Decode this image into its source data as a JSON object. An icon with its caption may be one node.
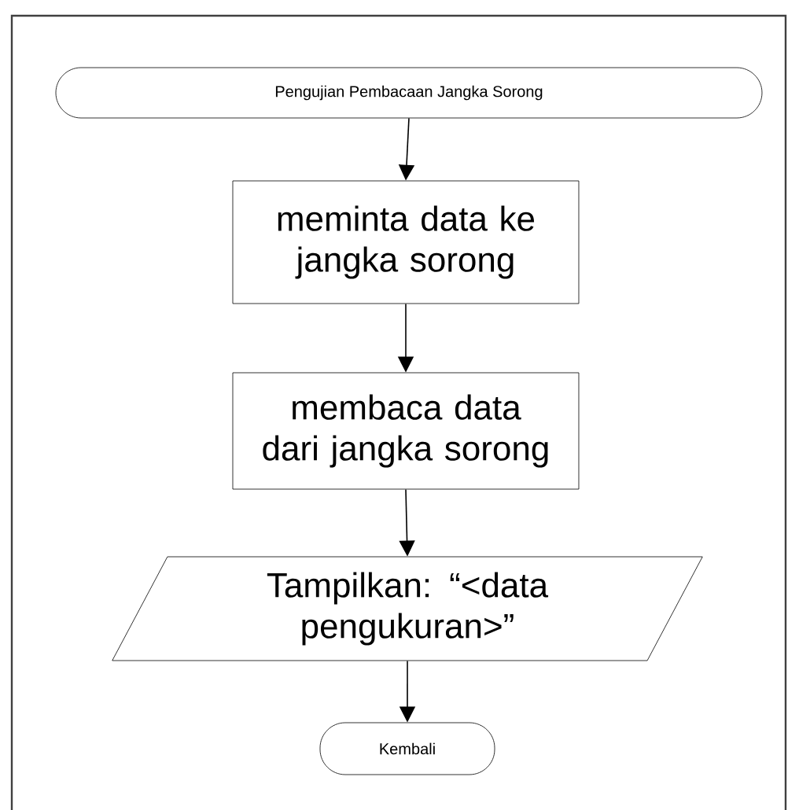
{
  "diagram": {
    "nodes": [
      {
        "text": [
          "Pengujian Pembacaan Jangka Sorong"
        ]
      },
      {
        "text": [
          "meminta data ke jangka sorong"
        ]
      },
      {
        "text": [
          "membaca data dari jangka sorong"
        ]
      },
      {
        "text": [
          "Tampilkan: “<data pengukuran>”"
        ]
      },
      {
        "text": [
          "Kembali"
        ]
      }
    ],
    "edges": [
      {
        "from": 0,
        "to": 1,
        "arrow": "to"
      },
      {
        "from": 1,
        "to": 2,
        "arrow": "to"
      },
      {
        "from": 2,
        "to": 3,
        "arrow": "to"
      },
      {
        "from": 3,
        "to": 4,
        "arrow": "to"
      }
    ]
  }
}
